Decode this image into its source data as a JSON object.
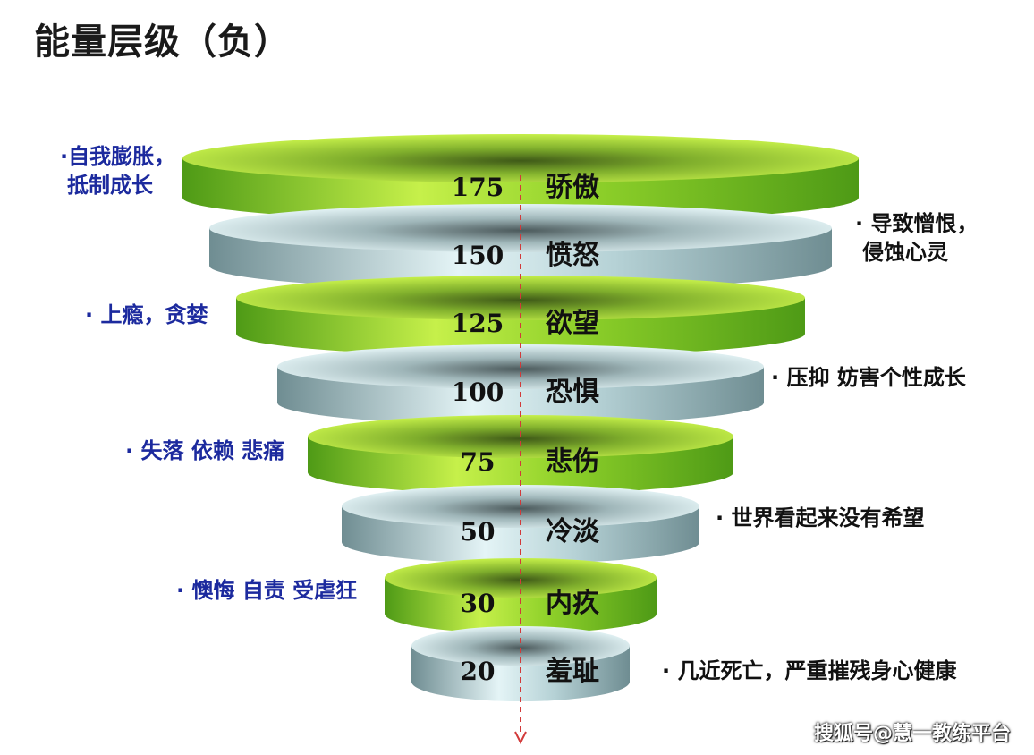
{
  "title": "能量层级（负）",
  "levels": [
    {
      "value": "175",
      "name": "骄傲",
      "color": "green",
      "note": [
        "·自我膨胀，",
        "抵制成长"
      ],
      "note_side": "left",
      "note_color": "#1c2a9e"
    },
    {
      "value": "150",
      "name": "愤怒",
      "color": "gray",
      "note": [
        "· 导致憎恨，",
        "侵蚀心灵"
      ],
      "note_side": "right",
      "note_color": "#111111"
    },
    {
      "value": "125",
      "name": "欲望",
      "color": "green",
      "note": [
        "· 上瘾，贪婪"
      ],
      "note_side": "left",
      "note_color": "#1c2a9e"
    },
    {
      "value": "100",
      "name": "恐惧",
      "color": "gray",
      "note": [
        "· 压抑 妨害个性成长"
      ],
      "note_side": "right",
      "note_color": "#111111"
    },
    {
      "value": "75",
      "name": "悲伤",
      "color": "green",
      "note": [
        "· 失落 依赖 悲痛"
      ],
      "note_side": "left",
      "note_color": "#1c2a9e"
    },
    {
      "value": "50",
      "name": "冷淡",
      "color": "gray",
      "note": [
        "· 世界看起来没有希望"
      ],
      "note_side": "right",
      "note_color": "#111111"
    },
    {
      "value": "30",
      "name": "内疚",
      "color": "green",
      "note": [
        "· 懊悔 自责 受虐狂"
      ],
      "note_side": "left",
      "note_color": "#1c2a9e"
    },
    {
      "value": "20",
      "name": "羞耻",
      "color": "gray",
      "note": [
        "· 几近死亡，严重摧残身心健康"
      ],
      "note_side": "right",
      "note_color": "#111111"
    }
  ],
  "palette": {
    "green_light": "#c6f04a",
    "green_mid": "#8fd12a",
    "green_dark": "#4e9a16",
    "gray_light": "#e4f4f6",
    "gray_mid": "#b6d2d6",
    "gray_dark": "#6f8d92",
    "arrow": "#d23a3a"
  },
  "watermark": "搜狐号@慧一教练平台"
}
